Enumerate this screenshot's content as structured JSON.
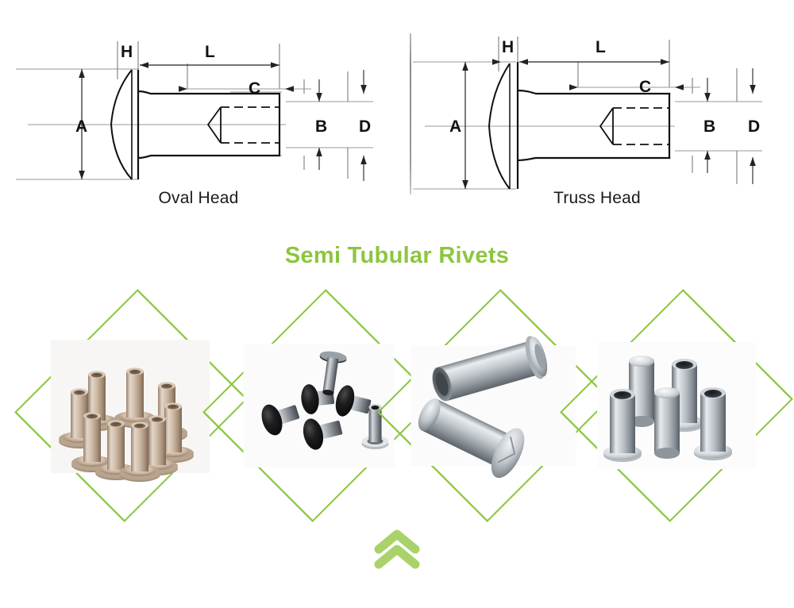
{
  "page": {
    "background_color": "#ffffff",
    "accent_green": "#8cc63f",
    "chevron_green": "#a9d36a",
    "line_color": "#1a1a1a"
  },
  "diagrams": {
    "divider": "vertical-divider",
    "items": [
      {
        "id": "oval-head",
        "label": "Oval Head",
        "dimension_labels": [
          "H",
          "L",
          "C",
          "A",
          "B",
          "D"
        ]
      },
      {
        "id": "truss-head",
        "label": "Truss Head",
        "dimension_labels": [
          "H",
          "L",
          "C",
          "A",
          "B",
          "D"
        ]
      }
    ]
  },
  "title": {
    "text": "Semi Tubular Rivets",
    "color": "#8cc63f"
  },
  "gallery": {
    "frame_color": "#8cc63f",
    "items": [
      {
        "id": "panel-1",
        "alt": "Cluster of brass semi tubular rivets arranged in a ring",
        "finish": "brass"
      },
      {
        "id": "panel-2",
        "alt": "Five black oxide flat head semi tubular rivets and one nickel rivet",
        "finish": "black-oxide"
      },
      {
        "id": "panel-3",
        "alt": "Two large stainless steel semi tubular rivets, close up",
        "finish": "stainless"
      },
      {
        "id": "panel-4",
        "alt": "Five stainless steel flat head semi tubular rivets standing upright",
        "finish": "stainless"
      }
    ]
  },
  "footer": {
    "scroll_icon": "double-chevron-up-icon",
    "color": "#a9d36a"
  }
}
